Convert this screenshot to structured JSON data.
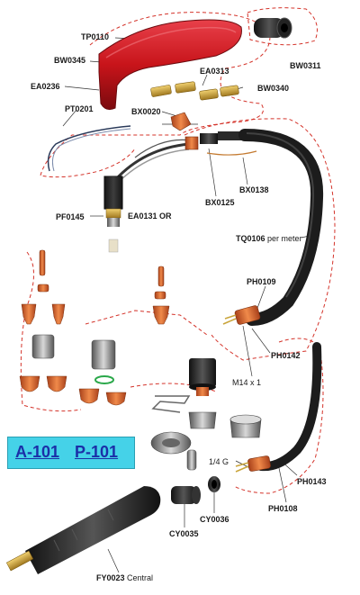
{
  "model_badge": {
    "model_a": "A-101",
    "model_p": "P-101"
  },
  "labels": {
    "tp0110": "TP0110",
    "bw0345": "BW0345",
    "ea0236": "EA0236",
    "pt0201": "PT0201",
    "bw0311": "BW0311",
    "ea0313": "EA0313",
    "bw0340": "BW0340",
    "bx0020": "BX0020",
    "bx0125": "BX0125",
    "bx0138": "BX0138",
    "pf0145": "PF0145",
    "ea0131": "EA0131 OR",
    "tq0106": "TQ0106",
    "tq0106_unit": "per meter",
    "ph0109": "PH0109",
    "ph0142": "PH0142",
    "m14": "M14 x 1",
    "g14": "1/4 G",
    "ph0143": "PH0143",
    "ph0108": "PH0108",
    "cy0036": "CY0036",
    "cy0035": "CY0035",
    "fy0023": "FY0023",
    "fy0023_note": "Central"
  },
  "colors": {
    "handle_red": "#c8141a",
    "copper": "#d4602a",
    "hose_black": "#1c1c1c",
    "brass": "#c9a43a",
    "steel": "#9a9a9a",
    "leader_red": "#d4332a",
    "badge_bg": "#45d2e8",
    "badge_text": "#1b2fa8"
  }
}
